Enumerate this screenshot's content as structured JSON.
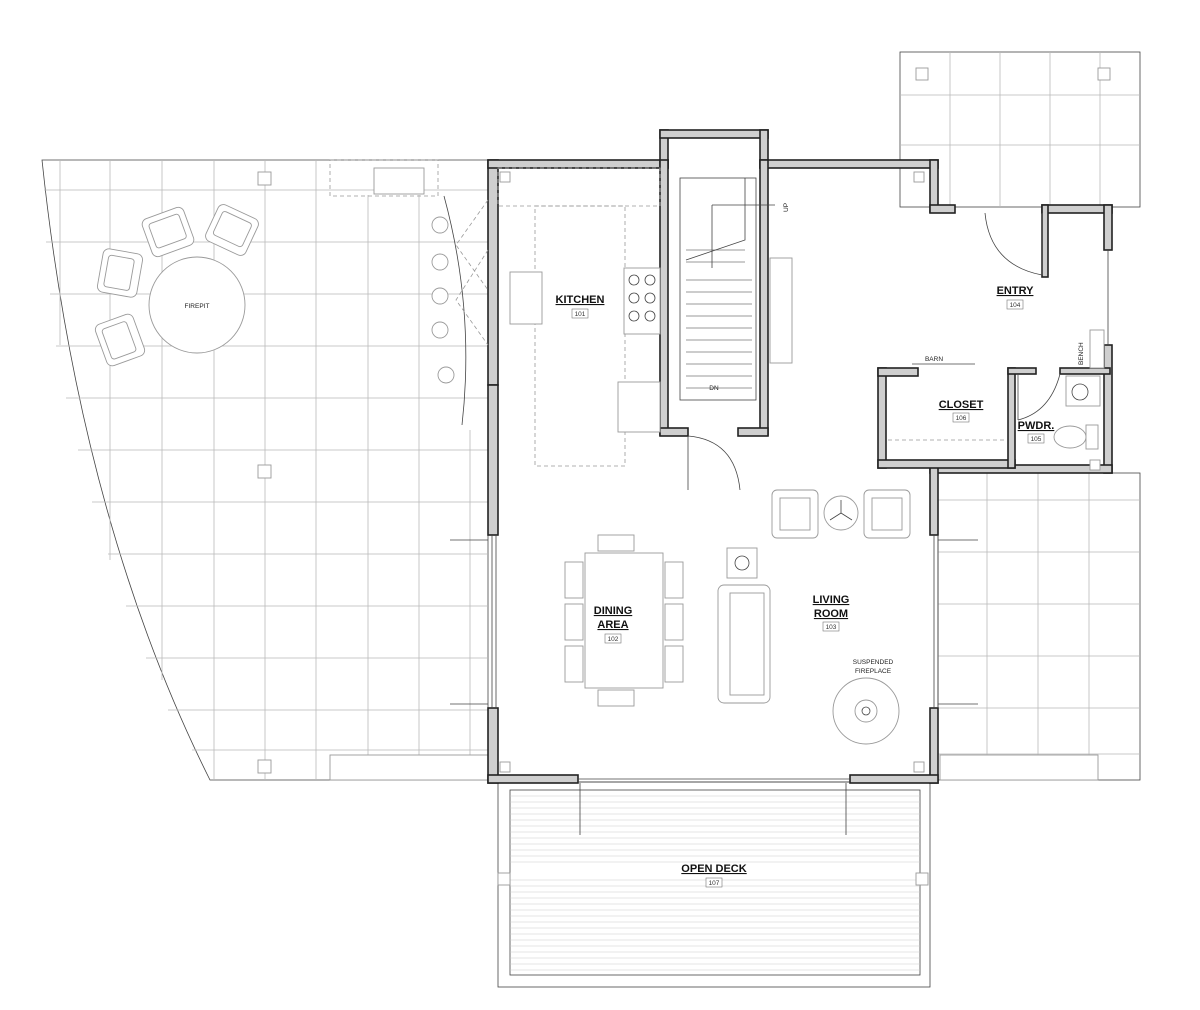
{
  "rooms": {
    "kitchen": {
      "name": "KITCHEN",
      "number": "101"
    },
    "dining": {
      "name_line1": "DINING",
      "name_line2": "AREA",
      "number": "102"
    },
    "living": {
      "name_line1": "LIVING",
      "name_line2": "ROOM",
      "number": "103"
    },
    "entry": {
      "name": "ENTRY",
      "number": "104"
    },
    "powder": {
      "name": "PWDR.",
      "number": "105"
    },
    "closet": {
      "name": "CLOSET",
      "number": "106"
    },
    "deck": {
      "name": "OPEN DECK",
      "number": "107"
    }
  },
  "notes": {
    "firepit": "FIREPIT",
    "stair_up": "UP",
    "stair_down": "DN",
    "barn": "BARN",
    "bench": "BENCH",
    "fireplace_line1": "SUSPENDED",
    "fireplace_line2": "FIREPLACE"
  },
  "colors": {
    "wall_fill": "#cfcfcf",
    "line": "#222222",
    "grid": "#b9b9b9"
  }
}
